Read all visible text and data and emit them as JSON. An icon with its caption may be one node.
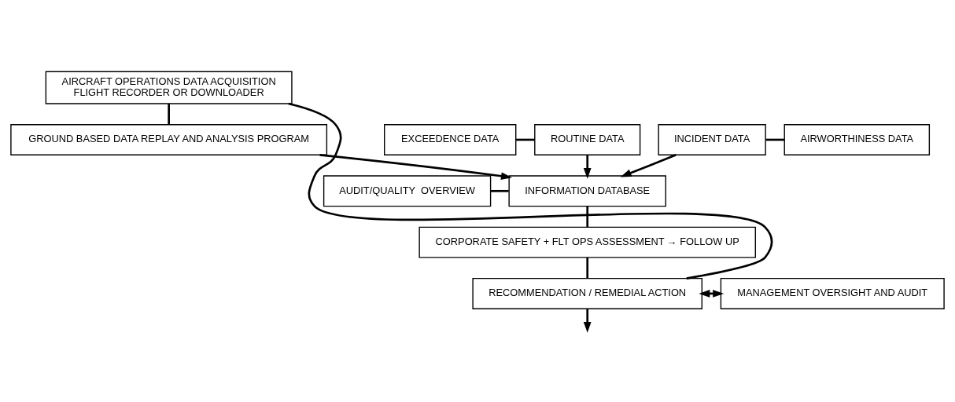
{
  "diagram": {
    "nodes": [
      {
        "text": [
          "AIRCRAFT OPERATIONS DATA ACQUISITION",
          "FLIGHT RECORDER OR DOWNLOADER"
        ]
      },
      {
        "text": [
          "GROUND BASED DATA REPLAY AND ANALYSIS PROGRAM"
        ]
      },
      {
        "text": [
          "EXCEEDENCE DATA"
        ]
      },
      {
        "text": [
          "ROUTINE DATA"
        ]
      },
      {
        "text": [
          "INCIDENT DATA"
        ]
      },
      {
        "text": [
          "AIRWORTHINESS DATA"
        ]
      },
      {
        "text": [
          "AUDIT/QUALITY  OVERVIEW"
        ]
      },
      {
        "text": [
          "INFORMATION DATABASE"
        ]
      },
      {
        "text": [
          "CORPORATE SAFETY + FLT OPS ASSESSMENT → FOLLOW UP"
        ]
      },
      {
        "text": [
          "RECOMMENDATION / REMEDIAL ACTION"
        ]
      },
      {
        "text": [
          "MANAGEMENT OVERSIGHT AND AUDIT"
        ]
      }
    ],
    "edges": [
      {
        "from": 0,
        "to": 1,
        "arrow": "none"
      },
      {
        "from": 1,
        "to": 7,
        "arrow": "to"
      },
      {
        "from": 2,
        "to": 3,
        "arrow": "none"
      },
      {
        "from": 3,
        "to": 7,
        "arrow": "to"
      },
      {
        "from": 4,
        "to": 7,
        "arrow": "to"
      },
      {
        "from": 5,
        "to": 4,
        "arrow": "none"
      },
      {
        "from": 6,
        "to": 7,
        "arrow": "none"
      },
      {
        "from": 7,
        "to": 8,
        "arrow": "none"
      },
      {
        "from": 8,
        "to": 9,
        "arrow": "none"
      },
      {
        "from": 9,
        "to": null,
        "arrow": "to"
      },
      {
        "from": 9,
        "to": 0,
        "arrow": "none"
      },
      {
        "from": 9,
        "to": 10,
        "arrow": "both"
      }
    ]
  }
}
